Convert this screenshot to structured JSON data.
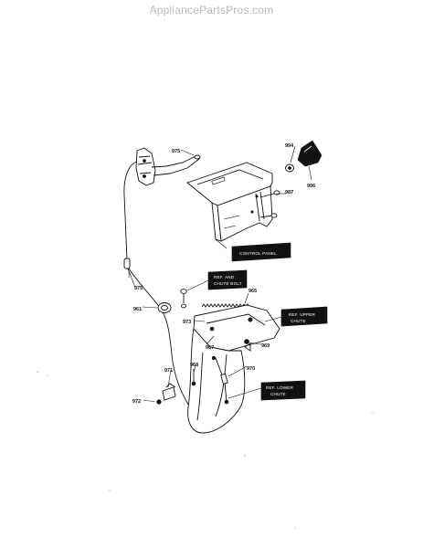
{
  "watermark": "AppliancePartsPros.com",
  "parts": {
    "p975a": "975",
    "p994": "994",
    "p996": "996",
    "p987": "987",
    "p975b": "975",
    "p965": "965",
    "p961": "961",
    "p973": "973",
    "p967": "967",
    "p969": "969",
    "p970": "970",
    "p968": "968",
    "p971": "971",
    "p972": "972"
  },
  "callouts": {
    "control_panel": "CONTROL PANEL",
    "ref_chute_line1": "REF. AND",
    "ref_chute_line2": "CHUTE BOLT",
    "ref_cover_line1": "REF. UPPER",
    "ref_cover_line2": "CHUTE",
    "ref_lower_line1": "REF. LOWER",
    "ref_lower_line2": "CHUTE"
  }
}
